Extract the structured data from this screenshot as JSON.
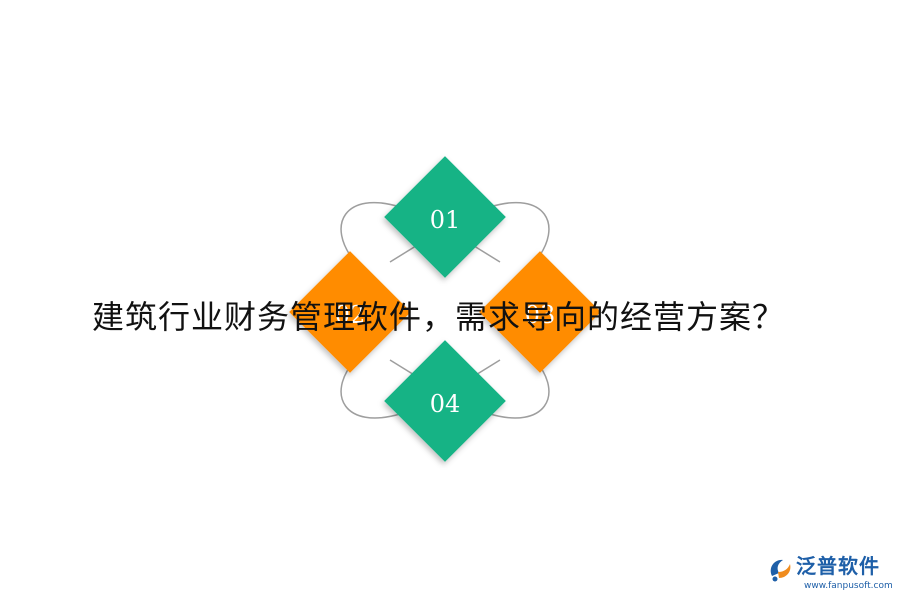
{
  "diagram": {
    "items": [
      {
        "label": "01",
        "color": "#14b385"
      },
      {
        "label": "02",
        "color": "#ff8c00"
      },
      {
        "label": "03",
        "color": "#ff8c00"
      },
      {
        "label": "04",
        "color": "#14b385"
      }
    ],
    "connector_color": "#9e9e9e"
  },
  "headline": "建筑行业财务管理软件，需求导向的经营方案？",
  "logo": {
    "name": "泛普软件",
    "url": "www.fanpusoft.com",
    "color": "#1e5fa8"
  }
}
